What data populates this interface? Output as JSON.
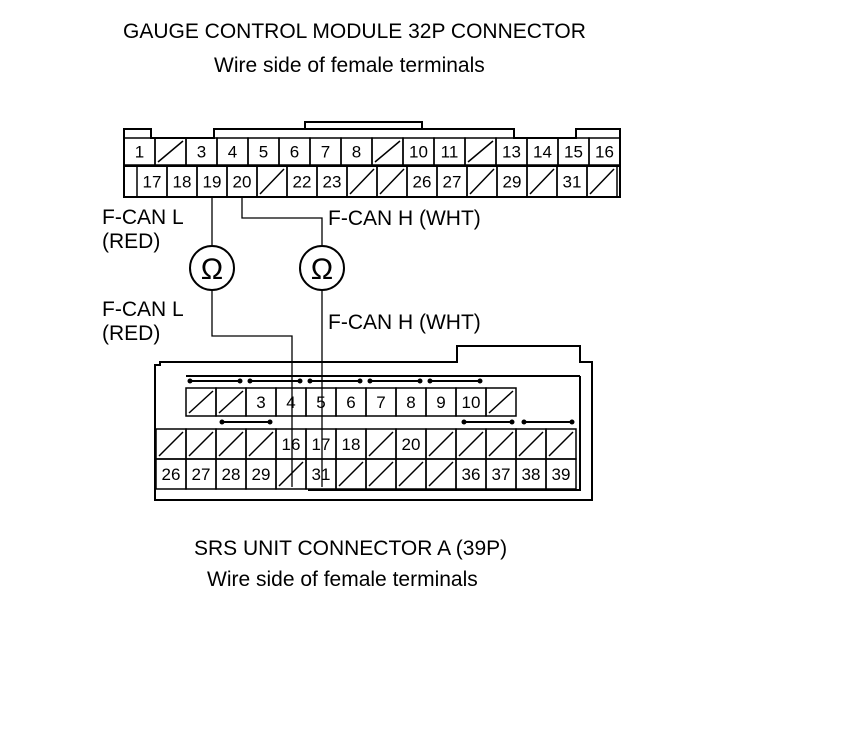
{
  "top_connector": {
    "title": "GAUGE CONTROL MODULE 32P CONNECTOR",
    "subtitle": "Wire side of female terminals",
    "row1": [
      "1",
      "",
      "3",
      "4",
      "5",
      "6",
      "7",
      "8",
      "",
      "10",
      "11",
      "",
      "13",
      "14",
      "15",
      "16"
    ],
    "row2": [
      "17",
      "18",
      "19",
      "20",
      "",
      "22",
      "23",
      "",
      "",
      "26",
      "27",
      "",
      "29",
      "",
      "31",
      ""
    ]
  },
  "bottom_connector": {
    "title": "SRS UNIT CONNECTOR A (39P)",
    "subtitle": "Wire side of female terminals",
    "row1": [
      "",
      "",
      "3",
      "4",
      "5",
      "6",
      "7",
      "8",
      "9",
      "10",
      ""
    ],
    "row2": [
      "",
      "",
      "",
      "",
      "16",
      "17",
      "18",
      "",
      "20",
      "",
      "",
      "",
      "",
      ""
    ],
    "row3": [
      "26",
      "27",
      "28",
      "29",
      "",
      "31",
      "",
      "",
      "",
      "",
      "36",
      "37",
      "38",
      "39"
    ]
  },
  "wires": {
    "fcan_l_top": [
      "F-CAN L",
      "(RED)"
    ],
    "fcan_h_top": "F-CAN H (WHT)",
    "fcan_l_bottom": [
      "F-CAN L",
      "(RED)"
    ],
    "fcan_h_bottom": "F-CAN H (WHT)"
  },
  "meters": {
    "symbol": "Ω",
    "icon": "ohmmeter-icon"
  }
}
